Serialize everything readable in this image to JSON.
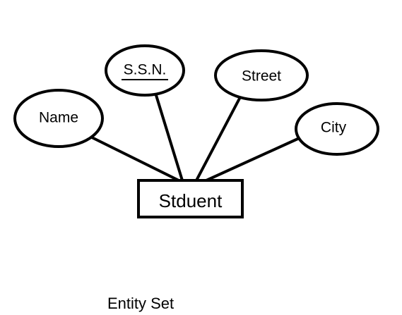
{
  "diagram": {
    "entity": {
      "name": "Stduent"
    },
    "attributes": [
      {
        "id": "name",
        "label": "Name",
        "key": false
      },
      {
        "id": "ssn",
        "label": "S.S.N.",
        "key": true
      },
      {
        "id": "street",
        "label": "Street",
        "key": false
      },
      {
        "id": "city",
        "label": "City",
        "key": false
      }
    ],
    "caption": "Entity Set"
  }
}
